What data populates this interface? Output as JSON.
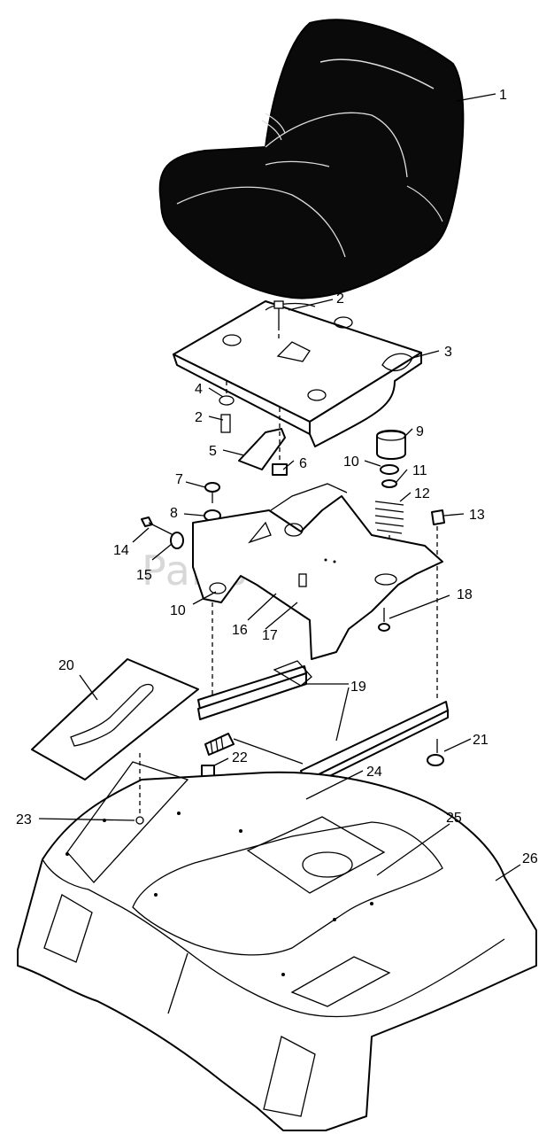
{
  "watermark": "PartsTree",
  "callouts": [
    "1",
    "2",
    "2",
    "3",
    "4",
    "5",
    "6",
    "7",
    "8",
    "9",
    "10",
    "10",
    "11",
    "12",
    "13",
    "14",
    "15",
    "16",
    "17",
    "18",
    "19",
    "20",
    "21",
    "22",
    "23",
    "24",
    "25",
    "26"
  ]
}
